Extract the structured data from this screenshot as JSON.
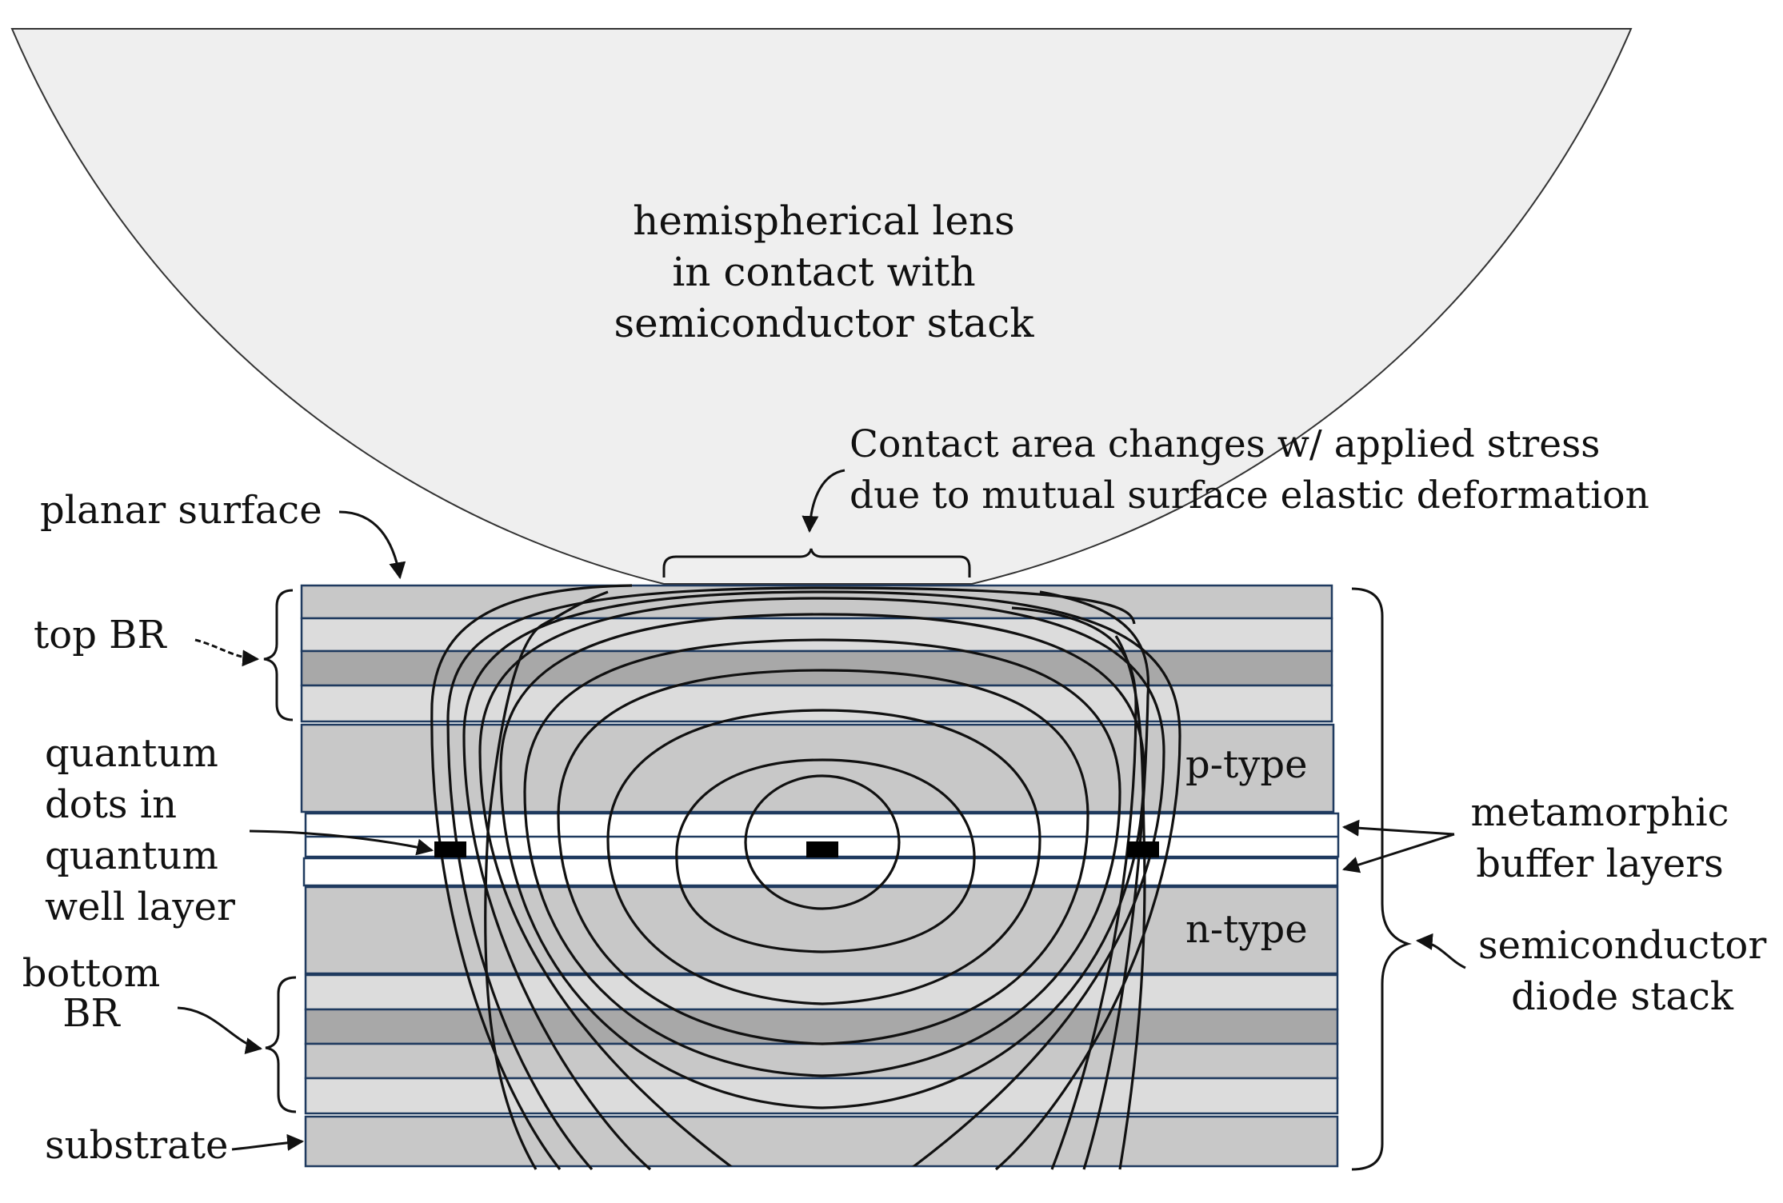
{
  "labels": {
    "lens": [
      "hemispherical lens",
      "in contact with",
      "semiconductor stack"
    ],
    "contact_area": [
      "Contact area changes w/ applied stress",
      "due to mutual surface elastic deformation"
    ],
    "planar_surface": "planar surface",
    "top_br": "top BR",
    "quantum_dots": [
      "quantum",
      "dots in",
      "quantum",
      "well layer"
    ],
    "bottom_br": [
      "bottom",
      "BR"
    ],
    "substrate": "substrate",
    "p_type": "p-type",
    "n_type": "n-type",
    "metamorphic": [
      "metamorphic",
      "buffer layers"
    ],
    "diode_stack": [
      "semiconductor",
      "diode stack"
    ]
  },
  "colors": {
    "lens_fill": "#efefef",
    "layer_light": "#dcdcdc",
    "layer_mid": "#c8c8c8",
    "layer_dark": "#a8a8a8",
    "layer_edge": "#1f3a5f",
    "buffer_fill": "#ffffff",
    "dot_fill": "#000000",
    "line": "#111111"
  }
}
